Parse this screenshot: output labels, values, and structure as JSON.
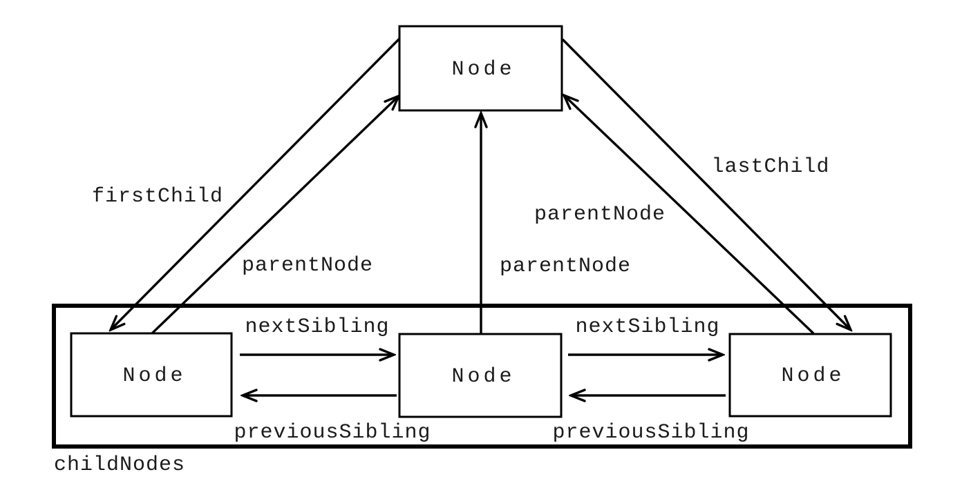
{
  "diagram": {
    "kind": "dom-node-relationships",
    "nodes": [
      {
        "id": "parent-node",
        "label": "Node"
      },
      {
        "id": "child-node-1",
        "label": "Node"
      },
      {
        "id": "child-node-2",
        "label": "Node"
      },
      {
        "id": "child-node-3",
        "label": "Node"
      }
    ],
    "container": {
      "label": "childNodes"
    },
    "edges": [
      {
        "from": "parent-node",
        "to": "child-node-1",
        "label": "firstChild"
      },
      {
        "from": "child-node-1",
        "to": "parent-node",
        "label": "parentNode"
      },
      {
        "from": "child-node-2",
        "to": "parent-node",
        "label": "parentNode"
      },
      {
        "from": "child-node-3",
        "to": "parent-node",
        "label": "parentNode"
      },
      {
        "from": "parent-node",
        "to": "child-node-3",
        "label": "lastChild"
      },
      {
        "from": "child-node-1",
        "to": "child-node-2",
        "label": "nextSibling"
      },
      {
        "from": "child-node-2",
        "to": "child-node-1",
        "label": "previousSibling"
      },
      {
        "from": "child-node-2",
        "to": "child-node-3",
        "label": "nextSibling"
      },
      {
        "from": "child-node-3",
        "to": "child-node-2",
        "label": "previousSibling"
      }
    ],
    "colors": {
      "stroke": "#000000",
      "text": "#1b1b1b",
      "background": "#ffffff"
    }
  }
}
